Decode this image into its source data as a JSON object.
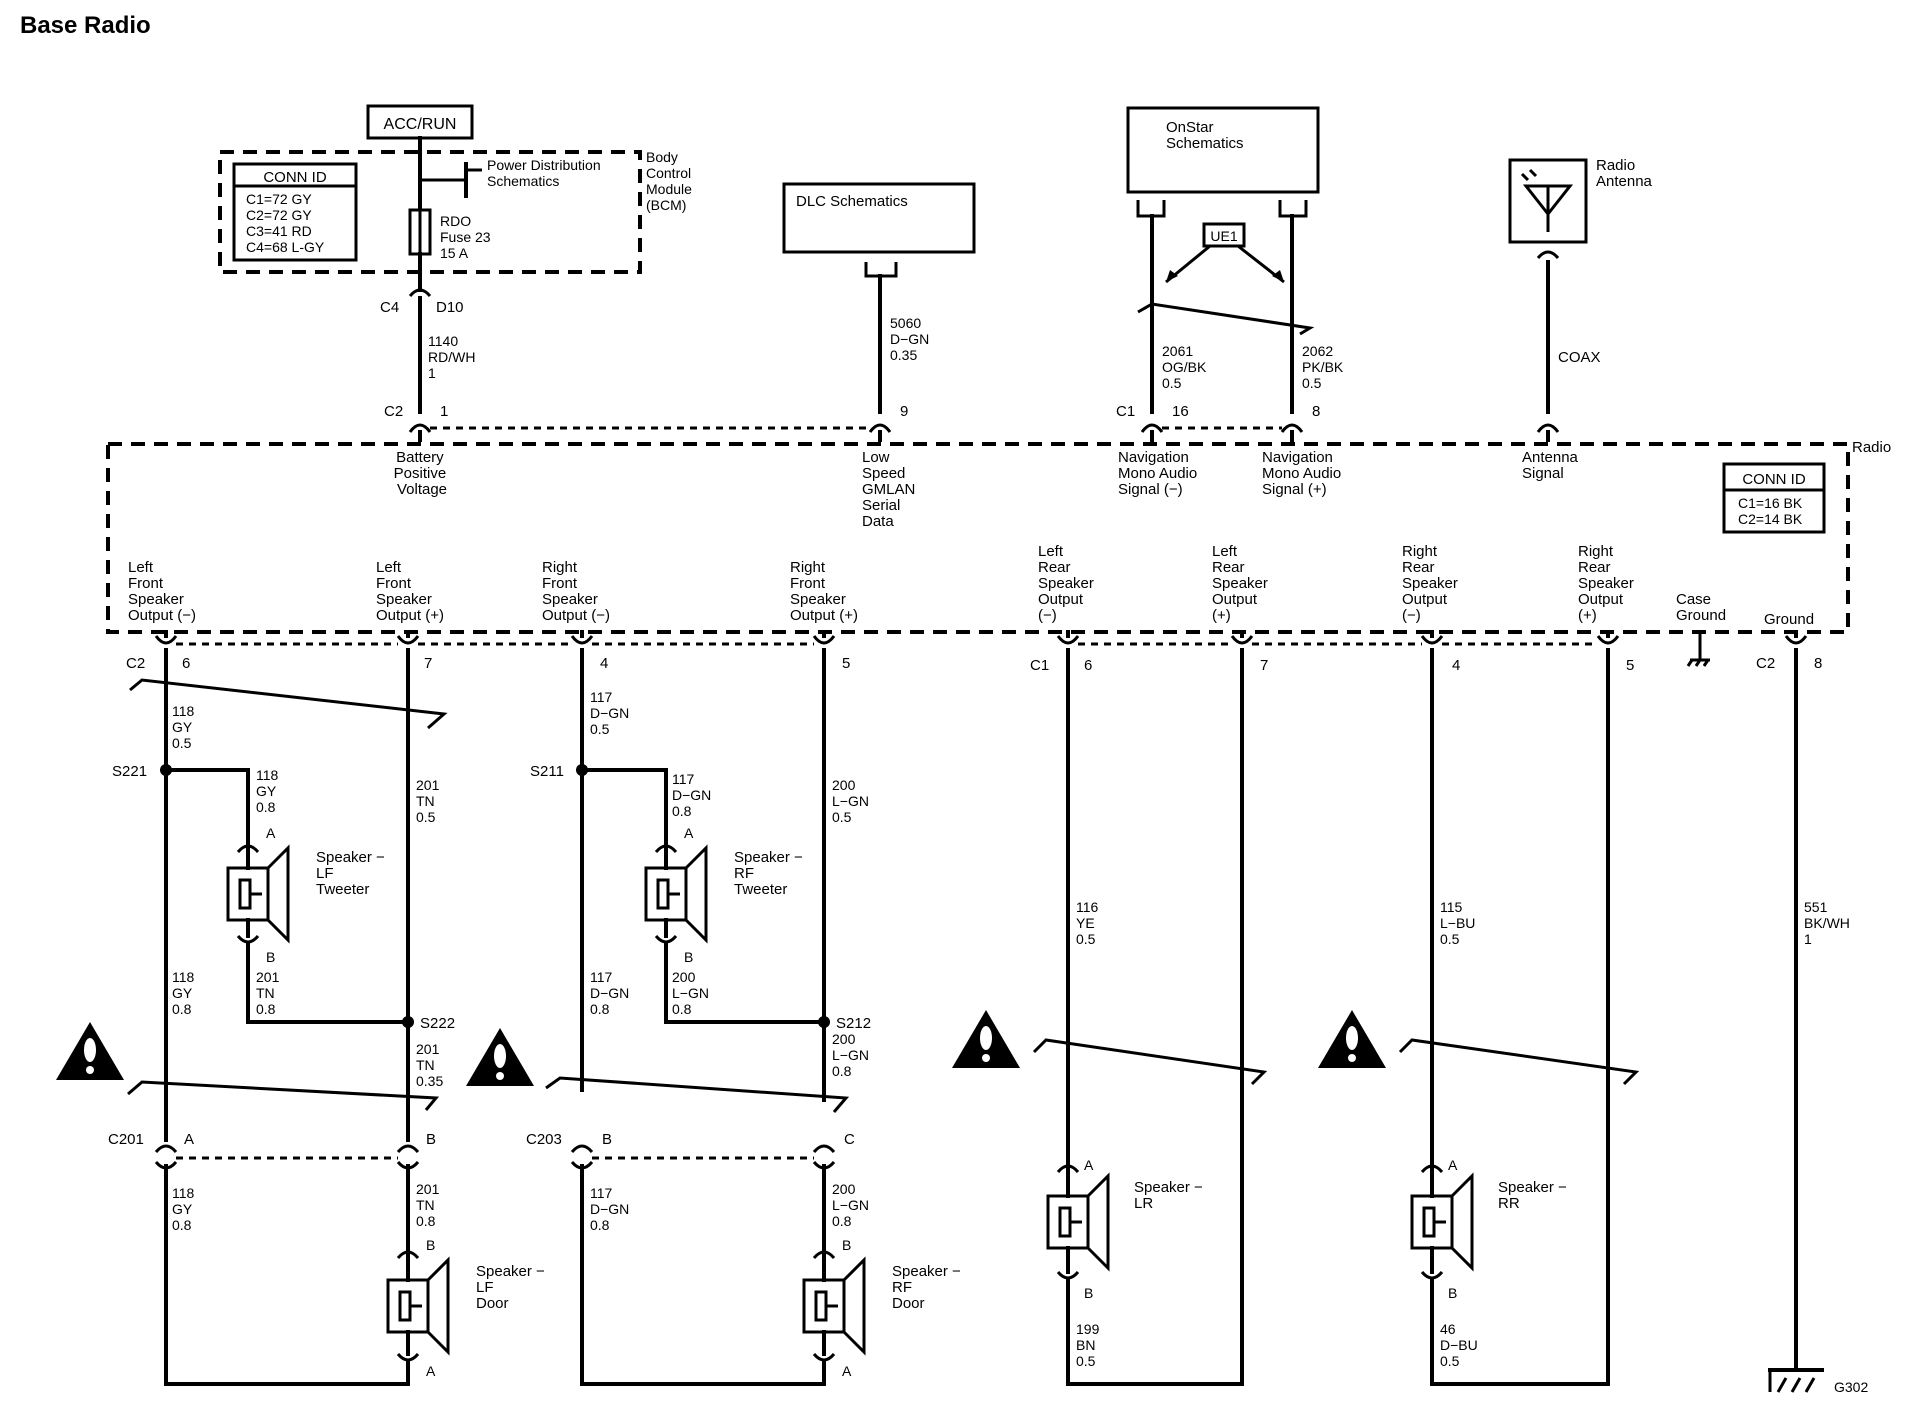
{
  "title": "Base Radio",
  "acc_run": "ACC/RUN",
  "bcm": {
    "label": [
      "Body",
      "Control",
      "Module",
      "(BCM)"
    ],
    "conn_title": "CONN ID",
    "conn_rows": [
      "C1=72 GY",
      "C2=72 GY",
      "C3=41 RD",
      "C4=68  L-GY"
    ],
    "pds": [
      "Power Distribution",
      "Schematics"
    ],
    "fuse": [
      "RDO",
      "Fuse 23",
      "15 A"
    ],
    "conn_c4": "C4",
    "pin_d10": "D10"
  },
  "dlc": "DLC Schematics",
  "onstar": [
    "OnStar",
    "Schematics"
  ],
  "ue1": "UE1",
  "antenna": {
    "label": [
      "Radio",
      "Antenna"
    ],
    "coax": "COAX"
  },
  "radio": {
    "label": "Radio",
    "conn_title": "CONN ID",
    "conn_rows": [
      "C1=16 BK",
      "C2=14 BK"
    ]
  },
  "top_wires": {
    "w1140": [
      "1140",
      "RD/WH",
      "1"
    ],
    "w5060": [
      "5060",
      "D−GN",
      "0.35"
    ],
    "w2061": [
      "2061",
      "OG/BK",
      "0.5"
    ],
    "w2062": [
      "2062",
      "PK/BK",
      "0.5"
    ]
  },
  "top_pins": {
    "c2": "C2",
    "p1": "1",
    "p9": "9",
    "c1": "C1",
    "p16": "16",
    "p8": "8"
  },
  "top_labels": {
    "battery": [
      "Battery",
      "Positive",
      "Voltage"
    ],
    "gmlan": [
      "Low",
      "Speed",
      "GMLAN",
      "Serial",
      "Data"
    ],
    "nav_neg": [
      "Navigation",
      "Mono Audio",
      "Signal (−)"
    ],
    "nav_pos": [
      "Navigation",
      "Mono Audio",
      "Signal (+)"
    ],
    "ant_sig": [
      "Antenna",
      "Signal"
    ]
  },
  "bottom_labels": {
    "lf_neg": [
      "Left",
      "Front",
      "Speaker",
      "Output (−)"
    ],
    "lf_pos": [
      "Left",
      "Front",
      "Speaker",
      "Output (+)"
    ],
    "rf_neg": [
      "Right",
      "Front",
      "Speaker",
      "Output (−)"
    ],
    "rf_pos": [
      "Right",
      "Front",
      "Speaker",
      "Output (+)"
    ],
    "lr_neg": [
      "Left",
      "Rear",
      "Speaker",
      "Output",
      "(−)"
    ],
    "lr_pos": [
      "Left",
      "Rear",
      "Speaker",
      "Output",
      "(+)"
    ],
    "rr_neg": [
      "Right",
      "Rear",
      "Speaker",
      "Output",
      "(−)"
    ],
    "rr_pos": [
      "Right",
      "Rear",
      "Speaker",
      "Output",
      "(+)"
    ],
    "case_gnd": [
      "Case",
      "Ground"
    ],
    "ground": "Ground"
  },
  "bottom_pins": {
    "c2": "C2",
    "p6": "6",
    "p7": "7",
    "p4": "4",
    "p5": "5",
    "c1": "C1",
    "q6": "6",
    "q7": "7",
    "q4": "4",
    "q5": "5",
    "c2b": "C2",
    "p8": "8"
  },
  "wires": {
    "w118a": [
      "118",
      "GY",
      "0.5"
    ],
    "w118b": [
      "118",
      "GY",
      "0.8"
    ],
    "w201a": [
      "201",
      "TN",
      "0.5"
    ],
    "w201b": [
      "201",
      "TN",
      "0.8"
    ],
    "w118c": [
      "118",
      "GY",
      "0.8"
    ],
    "w201c": [
      "201",
      "TN",
      "0.35"
    ],
    "w118d": [
      "118",
      "GY",
      "0.8"
    ],
    "w201d": [
      "201",
      "TN",
      "0.8"
    ],
    "w117a": [
      "117",
      "D−GN",
      "0.5"
    ],
    "w117b": [
      "117",
      "D−GN",
      "0.8"
    ],
    "w200a": [
      "200",
      "L−GN",
      "0.5"
    ],
    "w200b": [
      "200",
      "L−GN",
      "0.8"
    ],
    "w117c": [
      "117",
      "D−GN",
      "0.8"
    ],
    "w200c": [
      "200",
      "L−GN",
      "0.8"
    ],
    "w117d": [
      "117",
      "D−GN",
      "0.8"
    ],
    "w200d": [
      "200",
      "L−GN",
      "0.8"
    ],
    "w116": [
      "116",
      "YE",
      "0.5"
    ],
    "w199": [
      "199",
      "BN",
      "0.5"
    ],
    "w115": [
      "115",
      "L−BU",
      "0.5"
    ],
    "w46": [
      "46",
      "D−BU",
      "0.5"
    ],
    "w551": [
      "551",
      "BK/WH",
      "1"
    ]
  },
  "splices": {
    "s221": "S221",
    "s222": "S222",
    "s211": "S211",
    "s212": "S212"
  },
  "connectors": {
    "c201": "C201",
    "c201_a": "A",
    "c201_b": "B",
    "c203": "C203",
    "c203_b": "B",
    "c203_c": "C"
  },
  "speakers": {
    "lf_tweeter": [
      "Speaker −",
      "LF",
      "Tweeter"
    ],
    "rf_tweeter": [
      "Speaker −",
      "RF",
      "Tweeter"
    ],
    "lf_door": [
      "Speaker −",
      "LF",
      "Door"
    ],
    "rf_door": [
      "Speaker −",
      "RF",
      "Door"
    ],
    "lr": [
      "Speaker −",
      "LR"
    ],
    "rr": [
      "Speaker −",
      "RR"
    ],
    "pin_a": "A",
    "pin_b": "B"
  },
  "g302": "G302"
}
